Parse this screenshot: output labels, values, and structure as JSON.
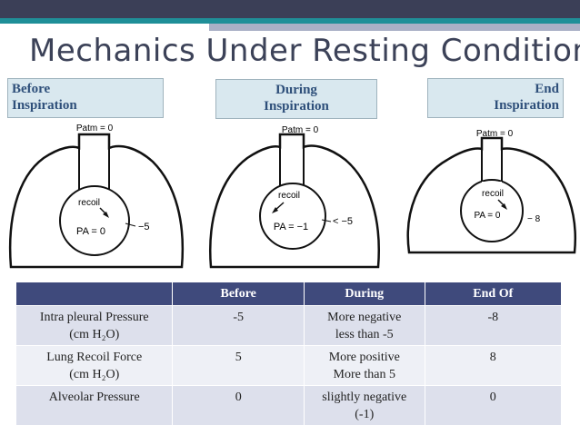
{
  "title": "Mechanics Under Resting Condition",
  "labels": {
    "before": [
      "Before",
      "Inspiration"
    ],
    "during": [
      "During",
      "Inspiration"
    ],
    "end": [
      "End",
      "Inspiration"
    ]
  },
  "diagrams": {
    "before": {
      "patm": "Patm = 0",
      "recoil": "recoil",
      "pa": "PA = 0",
      "pleural": "−5"
    },
    "during": {
      "patm": "Patm = 0",
      "recoil": "recoil",
      "pa": "PA = −1",
      "pleural": "< −5"
    },
    "end": {
      "patm": "Patm = 0",
      "recoil": "recoil",
      "pa": "PA = 0",
      "pleural": "− 8"
    }
  },
  "table": {
    "headers": [
      "",
      "Before",
      "During",
      "End Of"
    ],
    "rows": [
      {
        "name": [
          "Intra pleural Pressure",
          "(cm H₂O)"
        ],
        "before": "-5",
        "during": [
          "More negative",
          "less than -5"
        ],
        "end": "-8"
      },
      {
        "name": [
          "Lung Recoil Force",
          "(cm H₂O)"
        ],
        "before": "5",
        "during": [
          "More positive",
          "More than 5"
        ],
        "end": "8"
      },
      {
        "name": [
          "Alveolar Pressure"
        ],
        "before": "0",
        "during": [
          "slightly negative",
          "(-1)"
        ],
        "end": "0"
      }
    ]
  },
  "colors": {
    "header_bg": "#3f4a7c",
    "row_bg": "#dde0ec",
    "label_bg": "#d9e8ef",
    "title": "#3c4258"
  }
}
